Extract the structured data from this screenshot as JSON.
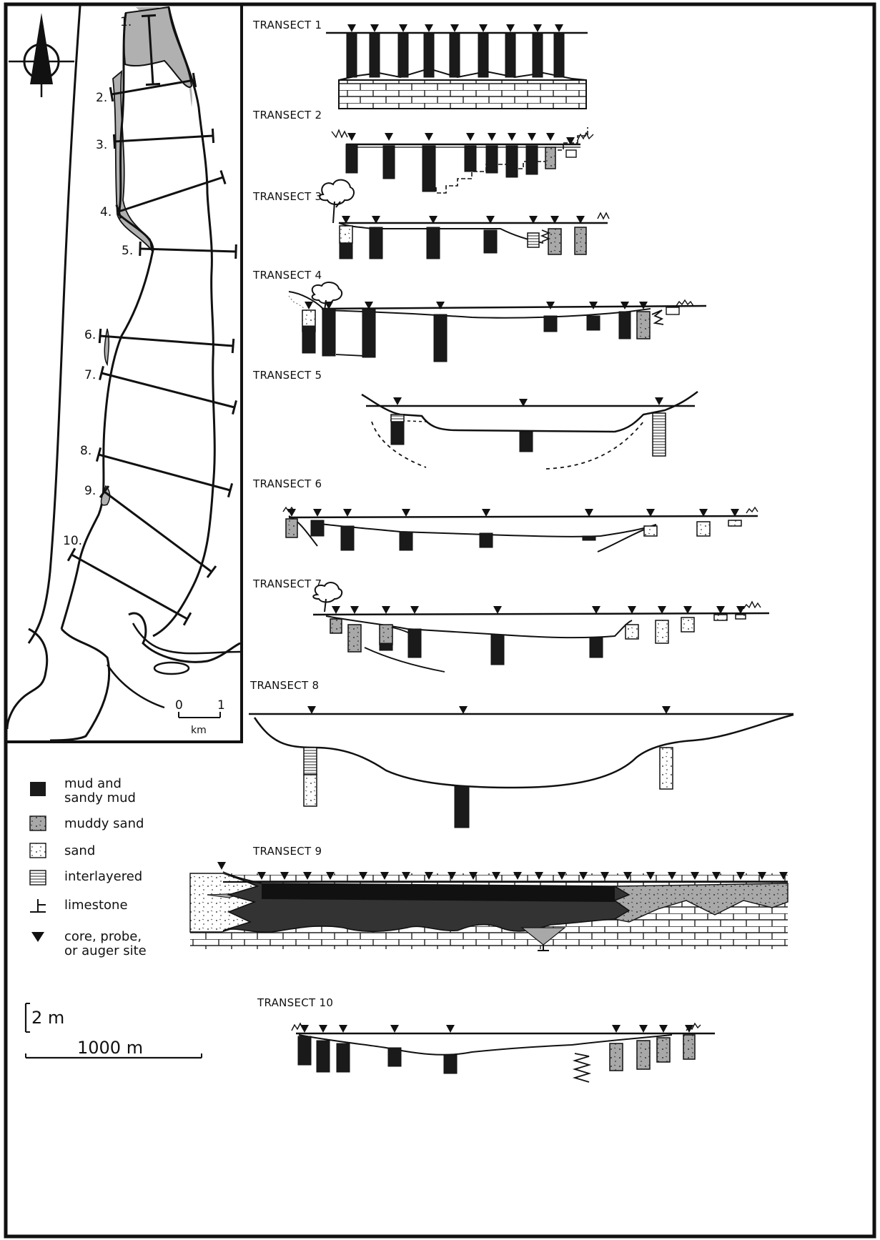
{
  "map": {
    "transect_labels": [
      "1.",
      "2.",
      "3.",
      "4.",
      "5.",
      "6.",
      "7.",
      "8.",
      "9.",
      "10."
    ],
    "scale_start": "0",
    "scale_end": "1",
    "scale_unit": "km",
    "north_arrow_icon": "north-arrow-icon"
  },
  "transects": {
    "t1": "TRANSECT 1",
    "t2": "TRANSECT 2",
    "t3": "TRANSECT 3",
    "t4": "TRANSECT 4",
    "t5": "TRANSECT 5",
    "t6": "TRANSECT 6",
    "t7": "TRANSECT 7",
    "t8": "TRANSECT 8",
    "t9": "TRANSECT 9",
    "t10": "TRANSECT 10"
  },
  "legend": {
    "mud_line1": "mud and",
    "mud_line2": "sandy mud",
    "muddy_sand": "muddy sand",
    "sand": "sand",
    "interlayered": "interlayered",
    "limestone": "limestone",
    "core_line1": "core, probe,",
    "core_line2": "or auger site"
  },
  "scalebar": {
    "vertical": "2 m",
    "horizontal": "1000 m"
  },
  "colors": {
    "mud": "#1a1a1a",
    "muddy_sand": "#a8a8a8",
    "sand": "#ffffff",
    "map_shade": "#b0b0b0"
  }
}
